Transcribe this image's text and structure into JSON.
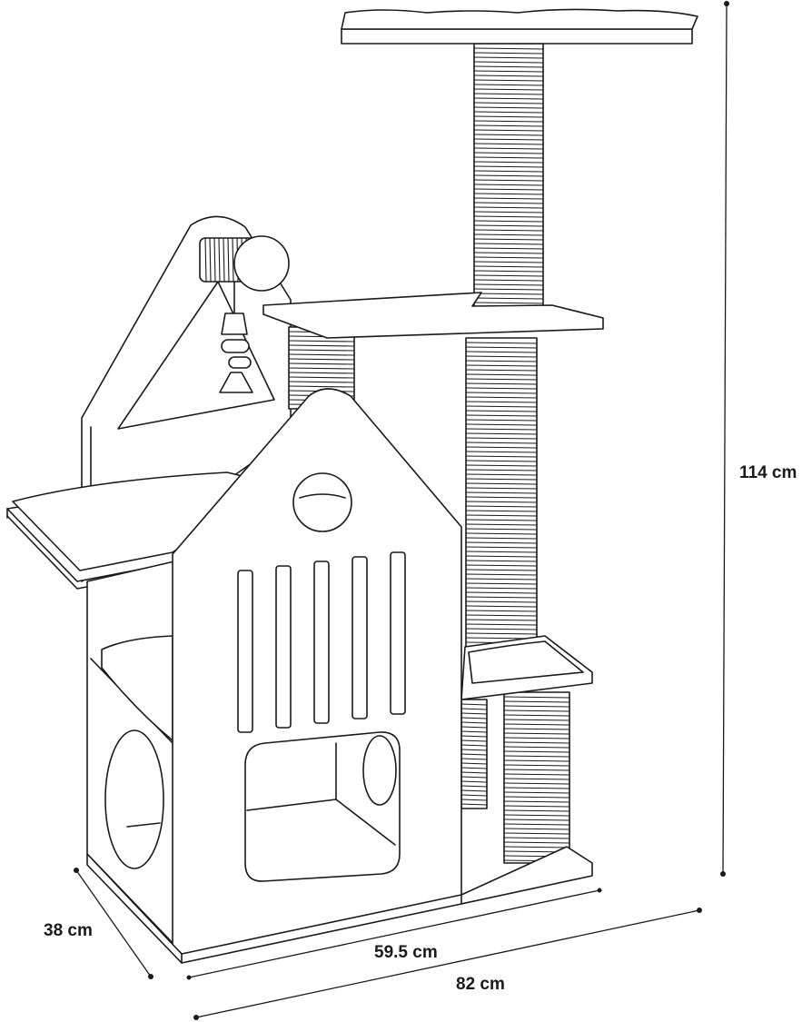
{
  "product": "cat-tree-with-house",
  "dimensions": {
    "height": "114 cm",
    "depth": "38 cm",
    "base_width": "59.5 cm",
    "total_width": "82 cm"
  },
  "colors": {
    "line": "#1a1a1a",
    "background": "#ffffff"
  }
}
